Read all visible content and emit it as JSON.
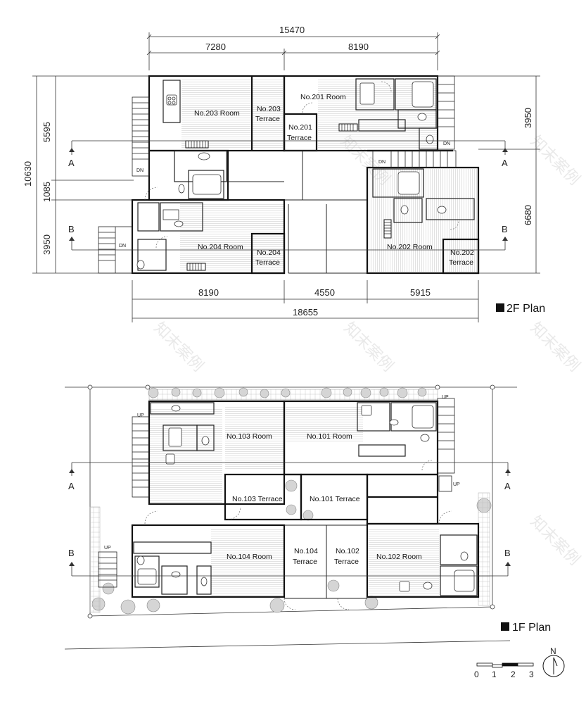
{
  "plan2f": {
    "title": "2F Plan",
    "dims_top": {
      "total": "15470",
      "left": "7280",
      "right": "8190"
    },
    "dims_bottom": {
      "total": "18655",
      "left": "8190",
      "mid": "4550",
      "right": "5915"
    },
    "dims_left": {
      "total": "10630",
      "upper": "5595",
      "mid": "1085",
      "lower": "3950"
    },
    "dims_right": {
      "upper": "3950",
      "lower": "6680"
    },
    "rooms": {
      "r203": "No.203 Room",
      "t203a": "No.203",
      "t203b": "Terrace",
      "r201": "No.201 Room",
      "t201a": "No.201",
      "t201b": "Terrace",
      "r204": "No.204 Room",
      "t204a": "No.204",
      "t204b": "Terrace",
      "r202": "No.202 Room",
      "t202a": "No.202",
      "t202b": "Terrace"
    },
    "stairs": {
      "dn": "DN"
    }
  },
  "plan1f": {
    "title": "1F Plan",
    "rooms": {
      "r103": "No.103 Room",
      "r101": "No.101 Room",
      "t103": "No.103 Terrace",
      "t101": "No.101 Terrace",
      "r104": "No.104 Room",
      "t104a": "No.104",
      "t104b": "Terrace",
      "t102a": "No.102",
      "t102b": "Terrace",
      "r102": "No.102 Room"
    },
    "stairs": {
      "up": "UP"
    }
  },
  "sections": {
    "a": "A",
    "b": "B"
  },
  "scale_bar": {
    "labels": [
      "0",
      "1",
      "2",
      "3"
    ]
  },
  "north": "N",
  "watermark": "知末案例"
}
